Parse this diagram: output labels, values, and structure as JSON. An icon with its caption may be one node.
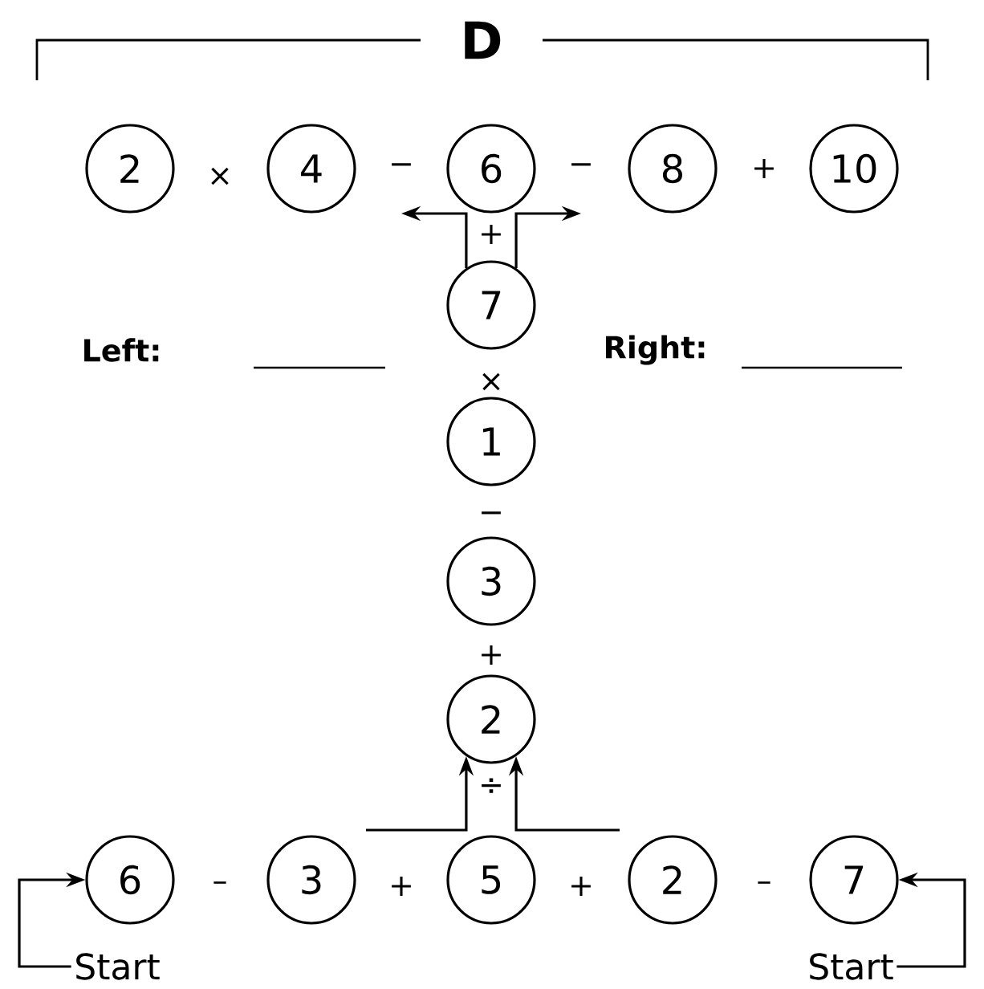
{
  "diagram": {
    "title": "D",
    "nodes": [
      {
        "text": [
          "2"
        ]
      },
      {
        "text": [
          "4"
        ]
      },
      {
        "text": [
          "6"
        ]
      },
      {
        "text": [
          "8"
        ]
      },
      {
        "text": [
          "10"
        ]
      },
      {
        "text": [
          "7"
        ]
      },
      {
        "text": [
          "1"
        ]
      },
      {
        "text": [
          "3"
        ]
      },
      {
        "text": [
          "2"
        ]
      },
      {
        "text": [
          "6"
        ]
      },
      {
        "text": [
          "3"
        ]
      },
      {
        "text": [
          "5"
        ]
      },
      {
        "text": [
          "2"
        ]
      },
      {
        "text": [
          "7"
        ]
      },
      {
        "text": [
          "Start"
        ]
      },
      {
        "text": [
          "Start"
        ]
      }
    ],
    "edges": [
      {
        "from": 14,
        "to": 9,
        "arrow": "to"
      },
      {
        "from": 15,
        "to": 13,
        "arrow": "to"
      },
      {
        "from": null,
        "to": 8,
        "arrow": "to"
      },
      {
        "from": null,
        "to": 8,
        "arrow": "to"
      },
      {
        "from": 5,
        "to": null,
        "arrow": "to"
      },
      {
        "from": 5,
        "to": null,
        "arrow": "to"
      }
    ],
    "labels": [
      "×",
      "−",
      "−",
      "+",
      "+",
      "Left:",
      "Right:",
      "×",
      "−",
      "+",
      "÷",
      "–",
      "+",
      "+",
      "–"
    ]
  }
}
